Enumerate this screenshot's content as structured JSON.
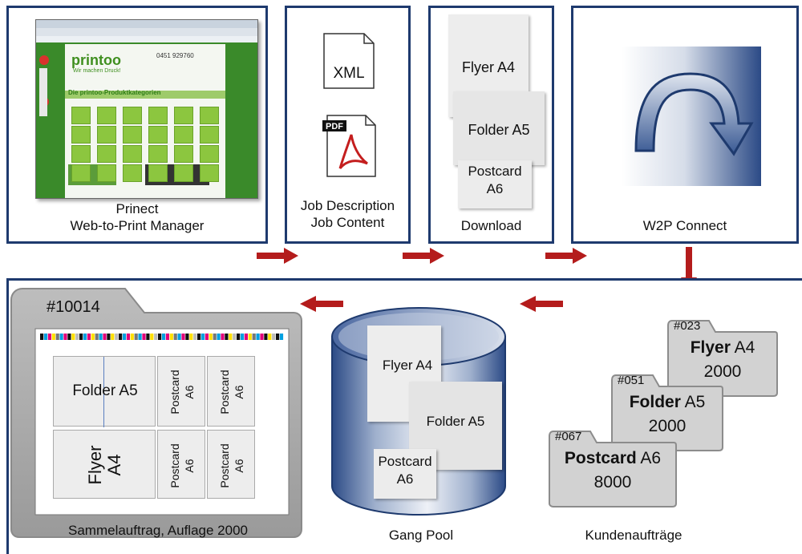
{
  "top": {
    "manager": {
      "label_line1": "Prinect",
      "label_line2": "Web-to-Print Manager",
      "screenshot": {
        "logo": "printoo",
        "tagline": "Wir machen Druck!",
        "phone": "0451 929760",
        "heading": "Die printoo-Produktkategorien"
      }
    },
    "job": {
      "xml_label": "XML",
      "pdf_label": "PDF",
      "label_line1": "Job Description",
      "label_line2": "Job Content"
    },
    "download": {
      "doc1": "Flyer A4",
      "doc2": "Folder A5",
      "doc3_line1": "Postcard",
      "doc3_line2": "A6",
      "label": "Download"
    },
    "connect": {
      "label": "W2P Connect"
    }
  },
  "bottom": {
    "folder_number": "#10014",
    "sheet": {
      "folder": "Folder A5",
      "flyer_line1": "Flyer",
      "flyer_line2": "A4",
      "postcard_line1": "Postcard",
      "postcard_line2": "A6"
    },
    "sammel_label": "Sammelauftrag, Auflage 2000",
    "pool": {
      "doc1": "Flyer A4",
      "doc2": "Folder A5",
      "doc3_line1": "Postcard",
      "doc3_line2": "A6",
      "label": "Gang Pool"
    },
    "orders": {
      "items": [
        {
          "number": "#023",
          "bold": "Flyer",
          "rest": " A4",
          "qty": "2000"
        },
        {
          "number": "#051",
          "bold": "Folder",
          "rest": " A5",
          "qty": "2000"
        },
        {
          "number": "#067",
          "bold": "Postcard",
          "rest": " A6",
          "qty": "8000"
        }
      ],
      "label": "Kundenaufträge"
    }
  },
  "colors": {
    "frame": "#1e3a6e",
    "arrow": "#b41c1c"
  }
}
